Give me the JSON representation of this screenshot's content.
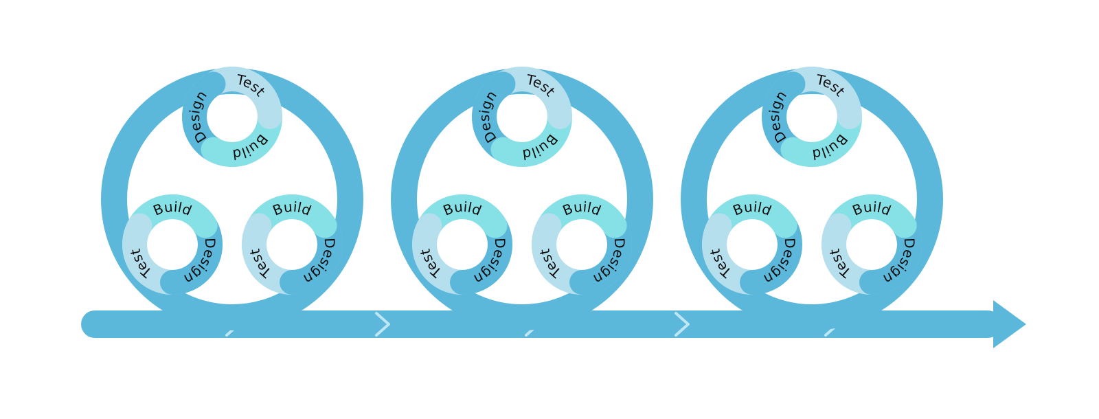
{
  "colors": {
    "big_ring": "#5bb8db",
    "timeline": "#5bb8db",
    "design_segment": "#5bb8db",
    "build_segment": "#86e1e6",
    "test_segment": "#b6dfee",
    "chevron": "#bfe6f3",
    "label_text": "#0b0b0b",
    "background": "#ffffff"
  },
  "labels": {
    "design": "Design",
    "build": "Build",
    "test": "Test"
  },
  "iterations": [
    {
      "name": "iteration-1",
      "cycles": [
        {
          "position": "top",
          "segments": [
            "design",
            "test",
            "build"
          ]
        },
        {
          "position": "bottom-left",
          "segments": [
            "build",
            "design",
            "test"
          ]
        },
        {
          "position": "bottom-right",
          "segments": [
            "design",
            "test",
            "build"
          ]
        }
      ]
    },
    {
      "name": "iteration-2",
      "cycles": [
        {
          "position": "top",
          "segments": [
            "design",
            "test",
            "build"
          ]
        },
        {
          "position": "bottom-left",
          "segments": [
            "build",
            "design",
            "test"
          ]
        },
        {
          "position": "bottom-right",
          "segments": [
            "design",
            "test",
            "build"
          ]
        }
      ]
    },
    {
      "name": "iteration-3",
      "cycles": [
        {
          "position": "top",
          "segments": [
            "design",
            "test",
            "build"
          ]
        },
        {
          "position": "bottom-left",
          "segments": [
            "build",
            "design",
            "test"
          ]
        },
        {
          "position": "bottom-right",
          "segments": [
            "design",
            "test",
            "build"
          ]
        }
      ]
    }
  ],
  "timeline_chevron_count": 5
}
